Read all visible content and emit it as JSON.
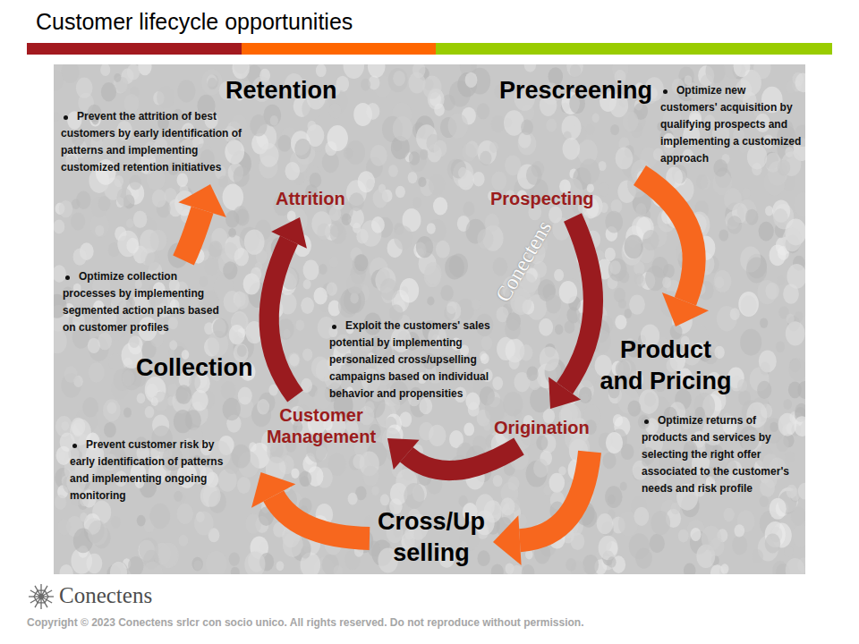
{
  "diagram": {
    "title": "Customer lifecycle opportunities",
    "nodes": [
      {
        "text": [
          "Retention",
          "Prevent the attrition of best customers by early identification of patterns and implementing customized retention initiatives"
        ]
      },
      {
        "text": [
          "Prescreening",
          "Optimize new customers' acquisition by qualifying prospects and implementing a customized approach"
        ]
      },
      {
        "text": [
          "Attrition"
        ]
      },
      {
        "text": [
          "Prospecting"
        ]
      },
      {
        "text": [
          "Collection",
          "Optimize collection processes by implementing segmented action plans based on customer profiles",
          "Prevent customer risk by early identification of patterns and implementing ongoing monitoring"
        ]
      },
      {
        "text": [
          "Customer Management"
        ]
      },
      {
        "text": [
          "Product and Pricing",
          "Optimize returns of products and services by selecting the right offer associated to the customer's needs and risk profile"
        ]
      },
      {
        "text": [
          "Origination"
        ]
      },
      {
        "text": [
          "Cross/Up selling"
        ]
      }
    ],
    "edges": [
      {
        "from": 1,
        "to": 6,
        "arrow": "to"
      },
      {
        "from": 6,
        "to": 8,
        "arrow": "to"
      },
      {
        "from": 8,
        "to": 4,
        "arrow": "to"
      },
      {
        "from": 4,
        "to": 0,
        "arrow": "to"
      },
      {
        "from": 3,
        "to": 7,
        "arrow": "to"
      },
      {
        "from": 7,
        "to": 5,
        "arrow": "to"
      },
      {
        "from": 5,
        "to": 2,
        "arrow": "to"
      }
    ],
    "labels": [
      "Exploit the customers' sales potential by implementing personalized cross/upselling campaigns based on individual behavior and propensities",
      "Conectens",
      "Conectens",
      "Copyright © 2023 Conectens srlcr con socio unico. All rights reserved. Do not reproduce without permission."
    ]
  }
}
